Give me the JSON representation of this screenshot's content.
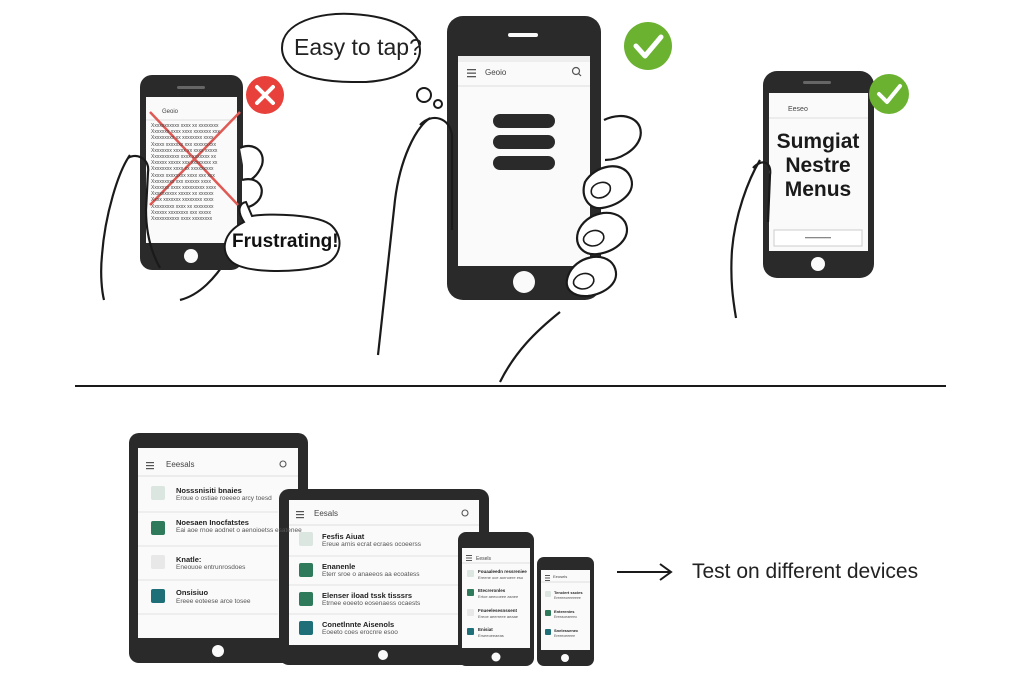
{
  "bubbles": {
    "easy_to_tap": "Easy to tap?",
    "frustrating": "Frustrating!"
  },
  "phones": {
    "small_app_title": "Geoio",
    "center_app_title": "Geoio",
    "right_app_title": "Eeseo",
    "right_menu_text": "Sumgiat Nestre Menus",
    "small_text_lines": [
      "Xxxxxxxxxxx xxxx xx xxxxxxxx",
      "Xxxxxxx xxxx xxxx xxxxxxx xxx",
      "Xxxxxxxxx xx xxxxxxxx xxxx",
      "Xxxxx xxxxxxx xxx xxxxxxxxx",
      "Xxxxxxxx xxxxx xx xxxx xxxxx",
      "Xxxxxxxxxxx xxxx xxxxxxx xx",
      "Xxxxxx xxxxx xxx xxxxxxxx xx",
      "Xxxxxxxx xxxx xx xxxxxxxxx",
      "Xxxxx xxxxxxxx xxxx xxx xxx",
      "Xxxxxxxxx xxx xxxxxx xxxx",
      "Xxxxxxx xxxx xxxxxxxxx xxxx",
      "Xxxxxxxxxx xxxxx xx xxxxxx",
      "Xxxx xxxxxxx xxxxxxxx xxxx",
      "Xxxxxxxxx xxxx xx xxxxxxxx",
      "Xxxxxx xxxxxxxx xxx xxxxx",
      "Xxxxxxxxxxx xxxx xxxxxxxx"
    ]
  },
  "devices": {
    "large_tablet": {
      "title": "Eeesals",
      "rows": [
        {
          "title": "Nosssnisiti bnaies",
          "sub": "Eroue o ostiae roeeeo arcy toesd"
        },
        {
          "title": "Noesaen Inocfatstes",
          "sub": "Eai aoe rnoe aodnet o aenoioetss esatenee"
        },
        {
          "title": "Knatle:",
          "sub": "Eneouoe entrunrosdoes"
        },
        {
          "title": "Onsisiuo",
          "sub": "Ereee eoteese arce tosee"
        }
      ]
    },
    "medium_tablet": {
      "title": "Eesals",
      "rows": [
        {
          "title": "Fesfis Aiuat",
          "sub": "Ereue arnis ecrat ecraes ocoeerss"
        },
        {
          "title": "Enanenle",
          "sub": "Eterr sroe o anaeeos aa ecoatess"
        },
        {
          "title": "Elenser iload tssk tisssrs",
          "sub": "Etrnee eoeeto eosenaess ocaests"
        },
        {
          "title": "Conetlnnte Aisenols",
          "sub": "Eoeeto coes erocnre esoo"
        }
      ]
    },
    "phone_a": {
      "title": "Eesels",
      "rows": [
        {
          "title": "Fouaaleedn ressreniee",
          "sub": "Ereene oce aornoere eso"
        },
        {
          "title": "Etecreronles",
          "sub": "Ertoe aeecoeee asnee"
        },
        {
          "title": "Fnueelesesnssent",
          "sub": "Ereoe aeerreee aeaae"
        },
        {
          "title": "Enisiat",
          "sub": "Erseeoeeaeas"
        }
      ]
    },
    "phone_b": {
      "title": "Eeosels",
      "rows": [
        {
          "title": "Tenclert sscies",
          "sub": "Ereeeeoeeeeeee"
        },
        {
          "title": "Enterenies",
          "sub": "Ereeaoeaeeeo"
        },
        {
          "title": "Snelessenec",
          "sub": "Ereeeoeeeee"
        }
      ]
    }
  },
  "caption": "Test on different devices",
  "colors": {
    "red_badge": "#e8403a",
    "green_badge": "#6ab230",
    "device_frame": "#2a2a2a",
    "screen_bg": "#fafafa",
    "icon_green": "#2f7a5a",
    "icon_teal": "#1f6f78"
  }
}
